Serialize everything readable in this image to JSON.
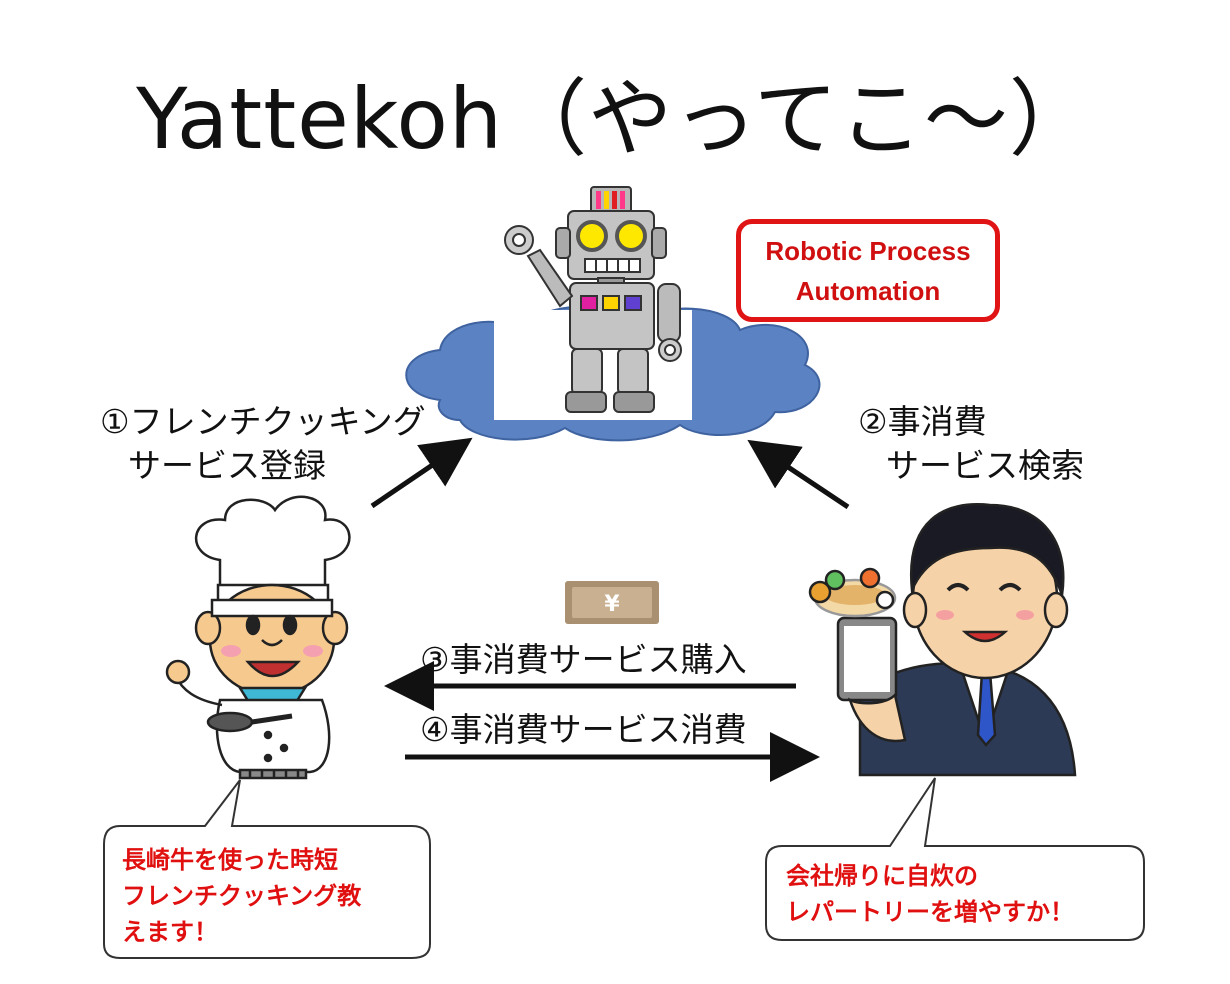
{
  "title": "Yattekoh（やってこ～）",
  "rpa": {
    "line1": "Robotic Process",
    "line2": "Automation"
  },
  "step1": {
    "line1": "①フレンチクッキング",
    "line2": "サービス登録"
  },
  "step2": {
    "line1": "②事消費",
    "line2": "サービス検索"
  },
  "step3": "③事消費サービス購入",
  "step4": "④事消費サービス消費",
  "yen_symbol": "¥",
  "chef_bubble": {
    "line1": "長崎牛を使った時短",
    "line2": "フレンチクッキング教",
    "line3": "えます！"
  },
  "user_bubble": {
    "line1": "会社帰りに自炊の",
    "line2": "レパートリーを増やすか！"
  },
  "colors": {
    "cloud": "#5b82c2",
    "accent_red": "#e01414",
    "robot_gray": "#b8b8b8",
    "arrow": "#111111"
  },
  "icons": [
    "robot-icon",
    "cloud-icon",
    "chef-icon",
    "businessman-icon",
    "yen-banknote-icon",
    "smartphone-icon"
  ]
}
